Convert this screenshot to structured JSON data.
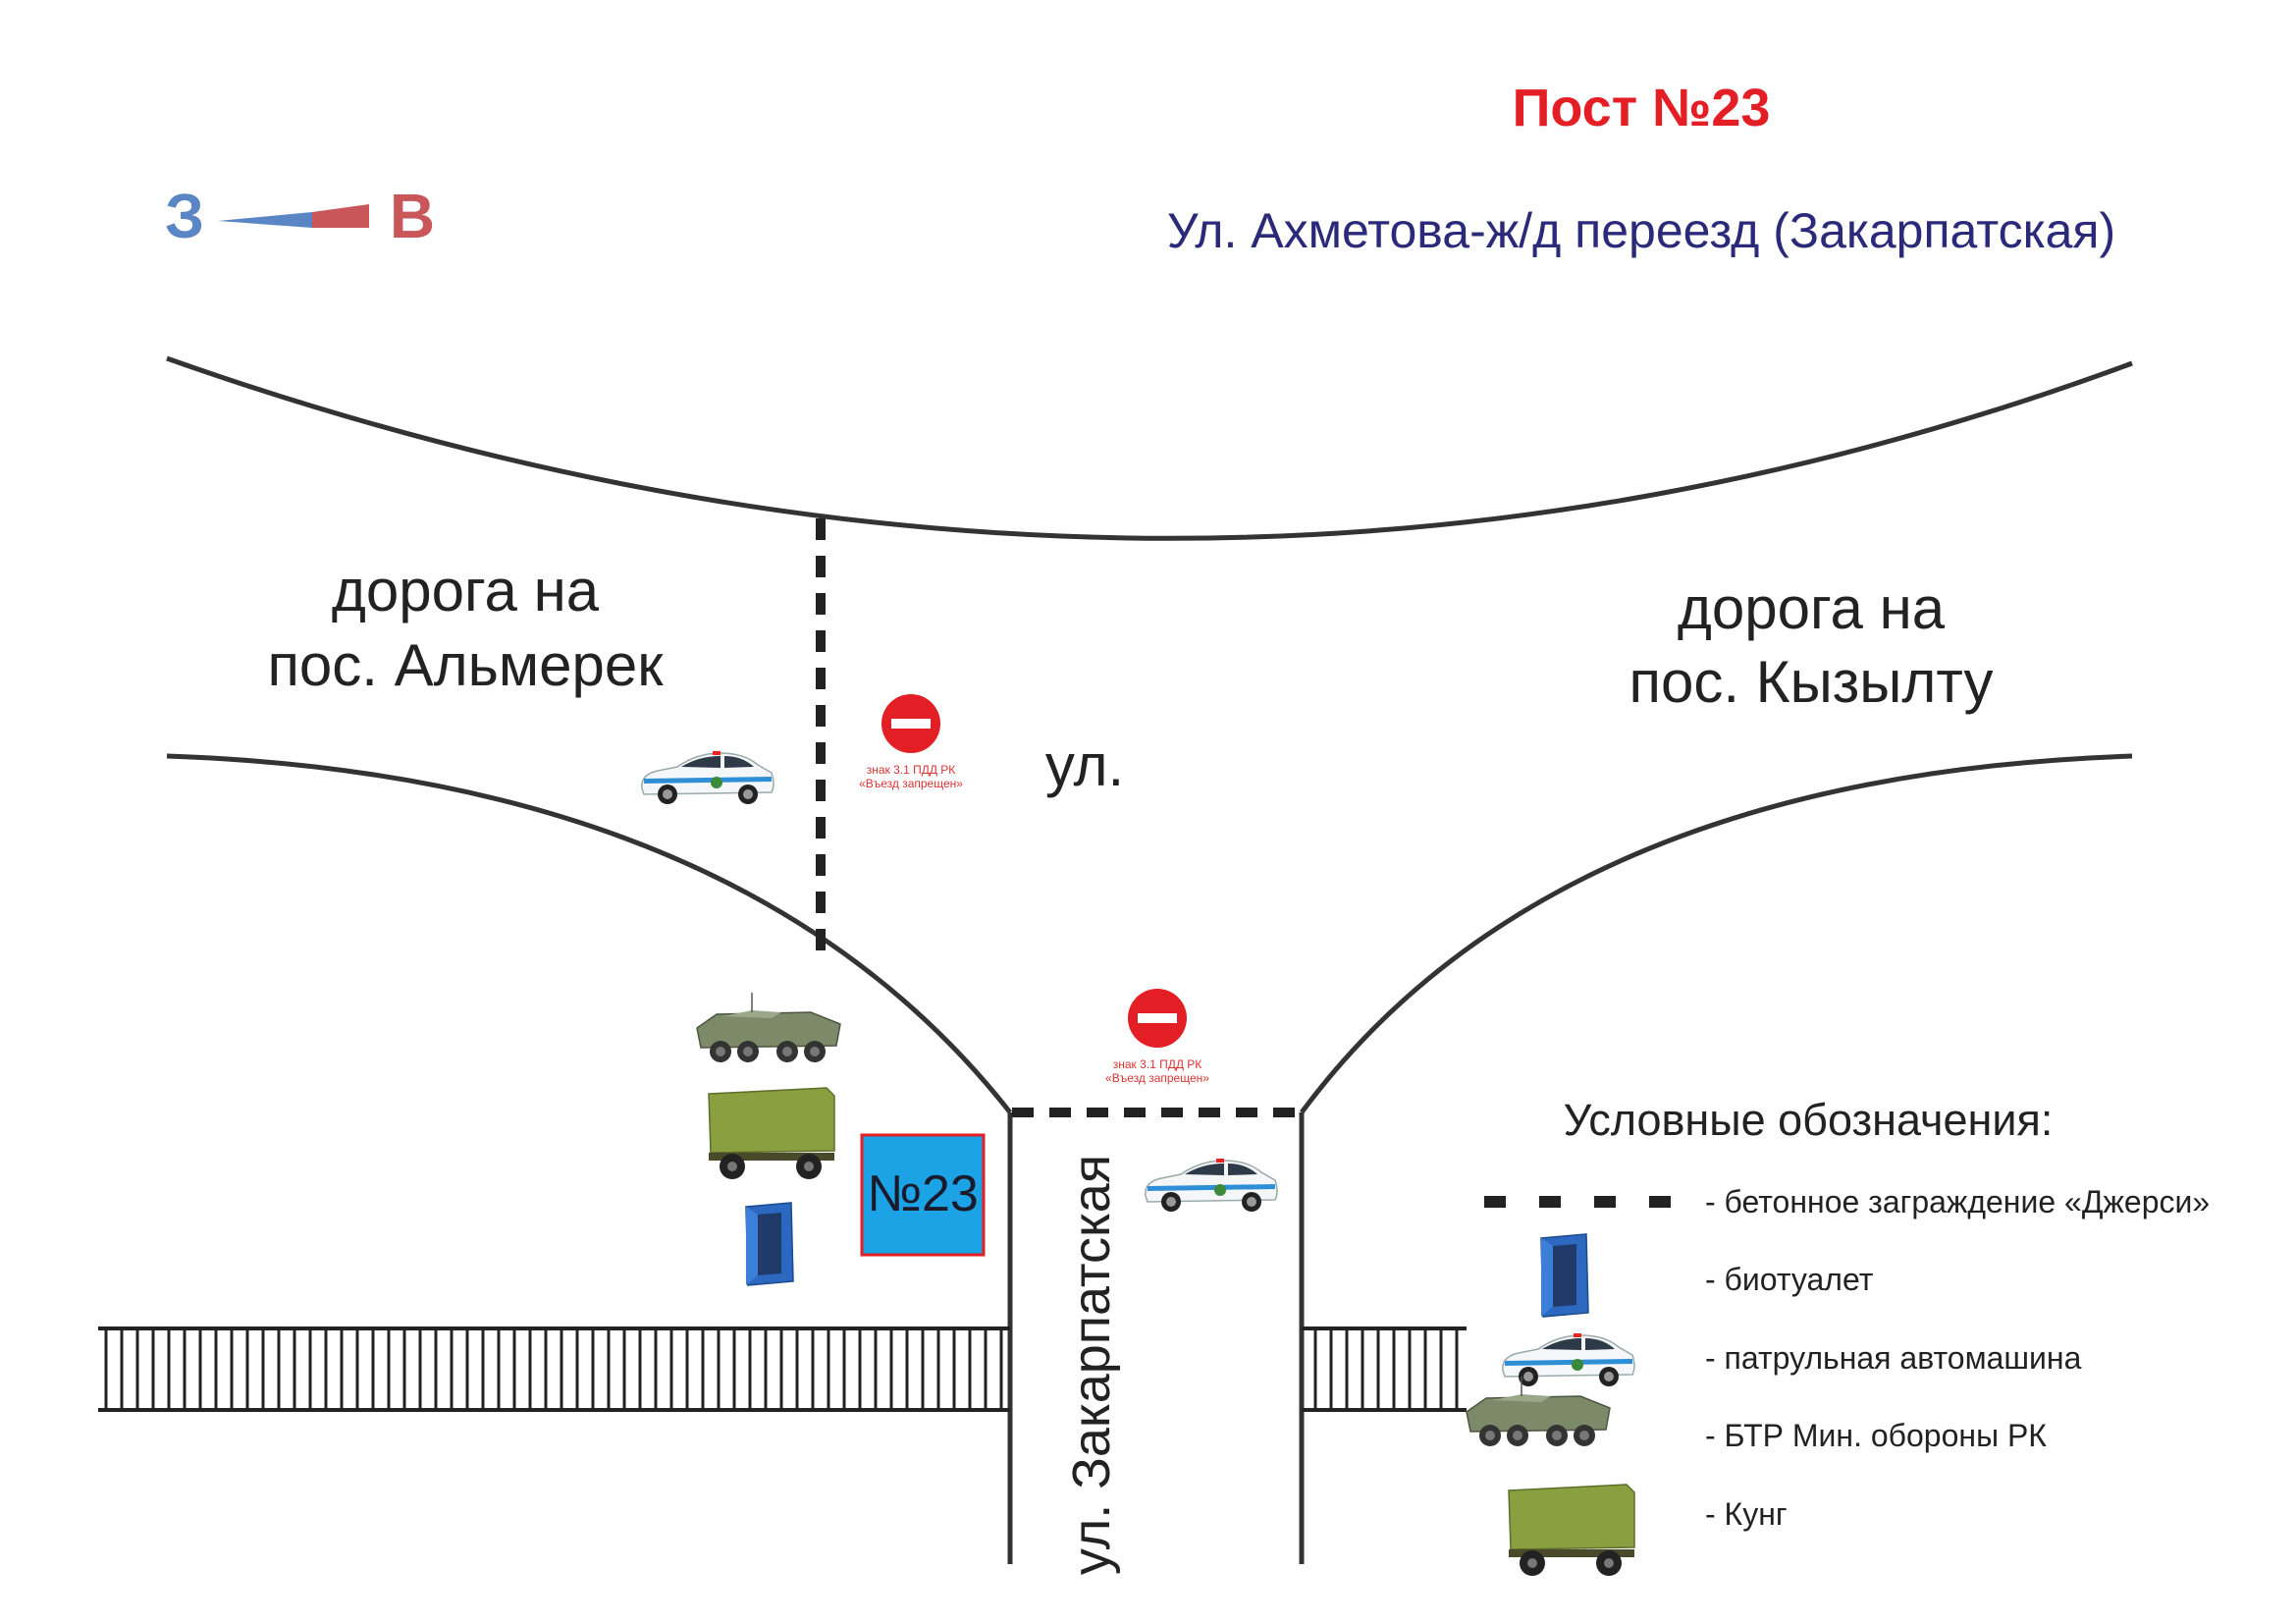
{
  "header": {
    "title": "Пост №23",
    "subtitle": "Ул. Ахметова-ж/д переезд (Закарпатская)"
  },
  "compass": {
    "west": "З",
    "east": "В"
  },
  "map": {
    "road_left": {
      "line1": "дорога на",
      "line2": "пос. Альмерек"
    },
    "road_right": {
      "line1": "дорога на",
      "line2": "пос. Кызылту"
    },
    "street_short": "ул.",
    "street_vertical": "ул. Закарпатская",
    "post_label": "№23",
    "sign": {
      "line1": "знак 3.1 ПДД РК",
      "line2": "«Въезд запрещен»"
    }
  },
  "legend": {
    "title": "Условные обозначения:",
    "items": [
      {
        "icon": "jersey-barrier-icon",
        "label": "- бетонное заграждение «Джерси»"
      },
      {
        "icon": "toilet-icon",
        "label": "- биотуалет"
      },
      {
        "icon": "patrol-car-icon",
        "label": "- патрульная автомашина"
      },
      {
        "icon": "apc-icon",
        "label": "- БТР Мин. обороны РК"
      },
      {
        "icon": "kung-icon",
        "label": "- Кунг"
      }
    ]
  },
  "colors": {
    "title": "#e31e24",
    "subtitle": "#2b2a7a",
    "west": "#5b86c5",
    "east": "#c9575a",
    "post_fill": "#1ba3e6"
  }
}
